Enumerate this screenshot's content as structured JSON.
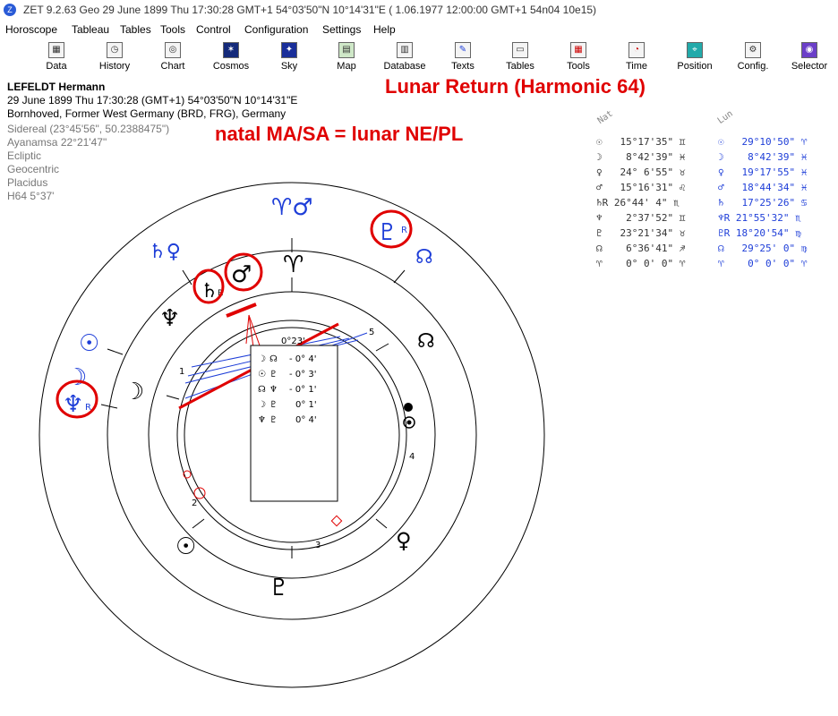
{
  "window": {
    "title": "ZET 9.2.63 Geo   29 June 1899  Thu  17:30:28 GMT+1 54°03'50\"N  10°14'31\"E   ( 1.06.1977  12:00:00 GMT+1 54n04 10e15)"
  },
  "menu": [
    "Horoscope",
    "Tableau",
    "Tables",
    "Tools",
    "Control",
    "Configuration",
    "Settings",
    "Help"
  ],
  "toolbar": [
    {
      "label": "Data",
      "icon": "data-icon"
    },
    {
      "label": "History",
      "icon": "history-icon"
    },
    {
      "label": "Chart",
      "icon": "chart-icon"
    },
    {
      "label": "Cosmos",
      "icon": "cosmos-icon"
    },
    {
      "label": "Sky",
      "icon": "sky-icon"
    },
    {
      "label": "Map",
      "icon": "map-icon"
    },
    {
      "label": "Database",
      "icon": "database-icon"
    },
    {
      "label": "Texts",
      "icon": "texts-icon"
    },
    {
      "label": "Tables",
      "icon": "tables-icon"
    },
    {
      "label": "Tools",
      "icon": "tools-icon"
    },
    {
      "label": "Time",
      "icon": "time-icon"
    },
    {
      "label": "Position",
      "icon": "position-icon"
    },
    {
      "label": "Config.",
      "icon": "config-icon"
    },
    {
      "label": "Selector",
      "icon": "selector-icon"
    }
  ],
  "person": {
    "name": "LEFELDT Hermann",
    "datetime": "29 June 1899  Thu  17:30:28 (GMT+1) 54°03'50\"N  10°14'31\"E",
    "place": "Bornhoved, Former West Germany (BRD, FRG), Germany"
  },
  "settings": [
    "Sidereal (23°45'56\", 50.2388475\")",
    "Ayanamsa 22°21'47\"",
    "Ecliptic",
    "Geocentric",
    "Placidus",
    "H64   5°37'"
  ],
  "annotations": {
    "title": "Lunar Return (Harmonic 64)",
    "subtitle": "natal MA/SA = lunar NE/PL"
  },
  "table": {
    "natal_header": "Nat",
    "lunar_header": "Lun",
    "rows": [
      {
        "natal": "☉   15°17'35\" ♊",
        "lunar": "☉   29°10'50\" ♈"
      },
      {
        "natal": "☽    8°42'39\" ♓",
        "lunar": "☽    8°42'39\" ♓"
      },
      {
        "natal": "♀   24° 6'55\" ♉",
        "lunar": "♀   19°17'55\" ♓"
      },
      {
        "natal": "♂   15°16'31\" ♌",
        "lunar": "♂   18°44'34\" ♓"
      },
      {
        "natal": "♄R 26°44' 4\" ♏",
        "lunar": "♄   17°25'26\" ♋"
      },
      {
        "natal": "♆    2°37'52\" ♊",
        "lunar": "♆R 21°55'32\" ♏"
      },
      {
        "natal": "♇   23°21'34\" ♉",
        "lunar": "♇R 18°20'54\" ♍"
      },
      {
        "natal": "☊    6°36'41\" ♐",
        "lunar": "☊   29°25' 0\" ♍"
      },
      {
        "natal": "♈    0° 0' 0\" ♈",
        "lunar": "♈    0° 0' 0\" ♈"
      }
    ]
  },
  "wheel": {
    "outer_glyphs": [
      {
        "glyph": "♈♂",
        "name": "aries-mars"
      },
      {
        "glyph": "♇",
        "name": "pluto",
        "mark": "R"
      },
      {
        "glyph": "☊",
        "name": "node"
      },
      {
        "glyph": "♄♀",
        "name": "saturn-venus"
      },
      {
        "glyph": "☉",
        "name": "sun"
      },
      {
        "glyph": "☽",
        "name": "moon"
      },
      {
        "glyph": "♆",
        "name": "neptune",
        "mark": "R"
      }
    ],
    "inner_glyphs": [
      {
        "glyph": "♈",
        "name": "aries"
      },
      {
        "glyph": "♄",
        "name": "saturn",
        "mark": "R"
      },
      {
        "glyph": "♂",
        "name": "mars"
      },
      {
        "glyph": "♆",
        "name": "neptune"
      },
      {
        "glyph": "☊",
        "name": "node"
      },
      {
        "glyph": "☽",
        "name": "moon"
      },
      {
        "glyph": "☉",
        "name": "sun"
      },
      {
        "glyph": "♇",
        "name": "pluto"
      },
      {
        "glyph": "♀",
        "name": "venus"
      }
    ],
    "house_numbers": [
      "1",
      "2",
      "3",
      "4",
      "5"
    ],
    "center_label": "0°23'",
    "aspects": [
      {
        "p1": "☽",
        "p2": "☊",
        "orb": "- 0° 4'"
      },
      {
        "p1": "☉",
        "p2": "♇",
        "orb": "- 0° 3'"
      },
      {
        "p1": "☊",
        "p2": "♆",
        "orb": "- 0° 1'"
      },
      {
        "p1": "☽",
        "p2": "♇",
        "orb": "0° 1'"
      },
      {
        "p1": "♆",
        "p2": "♇",
        "orb": "0° 4'"
      }
    ]
  },
  "colors": {
    "accent": "#e00000",
    "lunar": "#1e3ed8",
    "text": "#000000"
  }
}
